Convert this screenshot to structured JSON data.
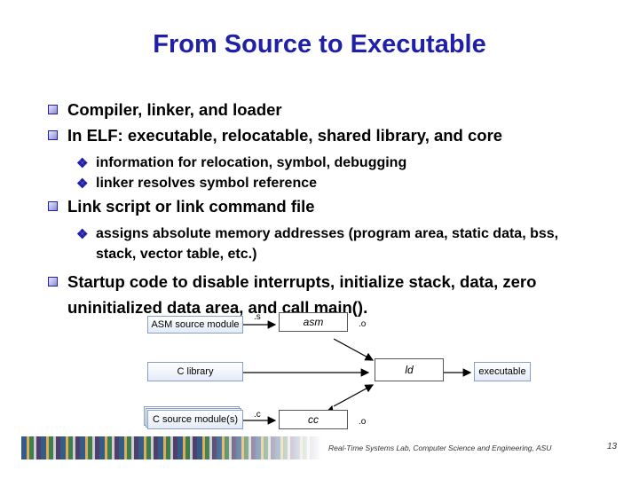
{
  "title": "From Source to Executable",
  "bullets": [
    {
      "level": 1,
      "text": "Compiler, linker, and loader"
    },
    {
      "level": 1,
      "text": "In ELF: executable, relocatable, shared library, and core"
    },
    {
      "level": 2,
      "text": "information for relocation, symbol, debugging"
    },
    {
      "level": 2,
      "text": "linker resolves symbol reference"
    },
    {
      "level": 1,
      "text": "Link script or link command file"
    },
    {
      "level": 2,
      "text": "assigns absolute memory addresses (program area, static data, bss, stack, vector table, etc.)"
    },
    {
      "level": 1,
      "text": "Startup code to disable interrupts, initialize stack, data, zero uninitialized data area, and call main()."
    }
  ],
  "diagram": {
    "asm_source": "ASM source module",
    "c_library": "C library",
    "c_source": "C source module(s)",
    "asm_tool": "asm",
    "ld_tool": "ld",
    "cc_tool": "cc",
    "executable": "executable",
    "ext_s": ".s",
    "ext_o1": ".o",
    "ext_c": ".c",
    "ext_o2": ".o"
  },
  "footer": {
    "text": "Real-Time Systems Lab, Computer Science and Engineering, ASU",
    "page": "13"
  }
}
